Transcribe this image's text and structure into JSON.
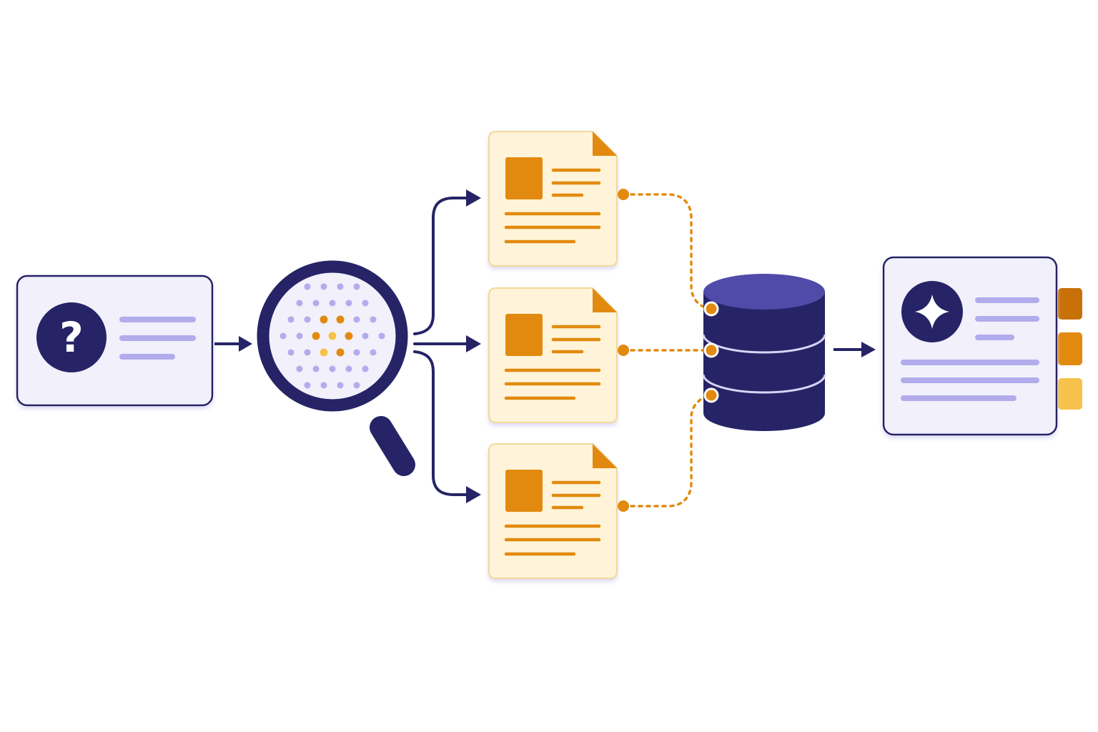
{
  "colors": {
    "navy": "#262466",
    "navy_light": "#504aa8",
    "lavender": "#b2acec",
    "card_bg": "#f1f0fb",
    "doc_bg": "#fff4d9",
    "doc_border": "#f3d89a",
    "orange": "#e28a0f",
    "orange_dark": "#c97109",
    "yellow": "#f7c24c",
    "white": "#ffffff"
  },
  "icons": {
    "query": "question-mark-icon",
    "search": "magnifier-icon",
    "document": "document-icon",
    "database": "database-icon",
    "answer": "sparkle-icon"
  },
  "documents_count": 3,
  "source_tabs": [
    "orange-dark",
    "orange",
    "yellow"
  ]
}
